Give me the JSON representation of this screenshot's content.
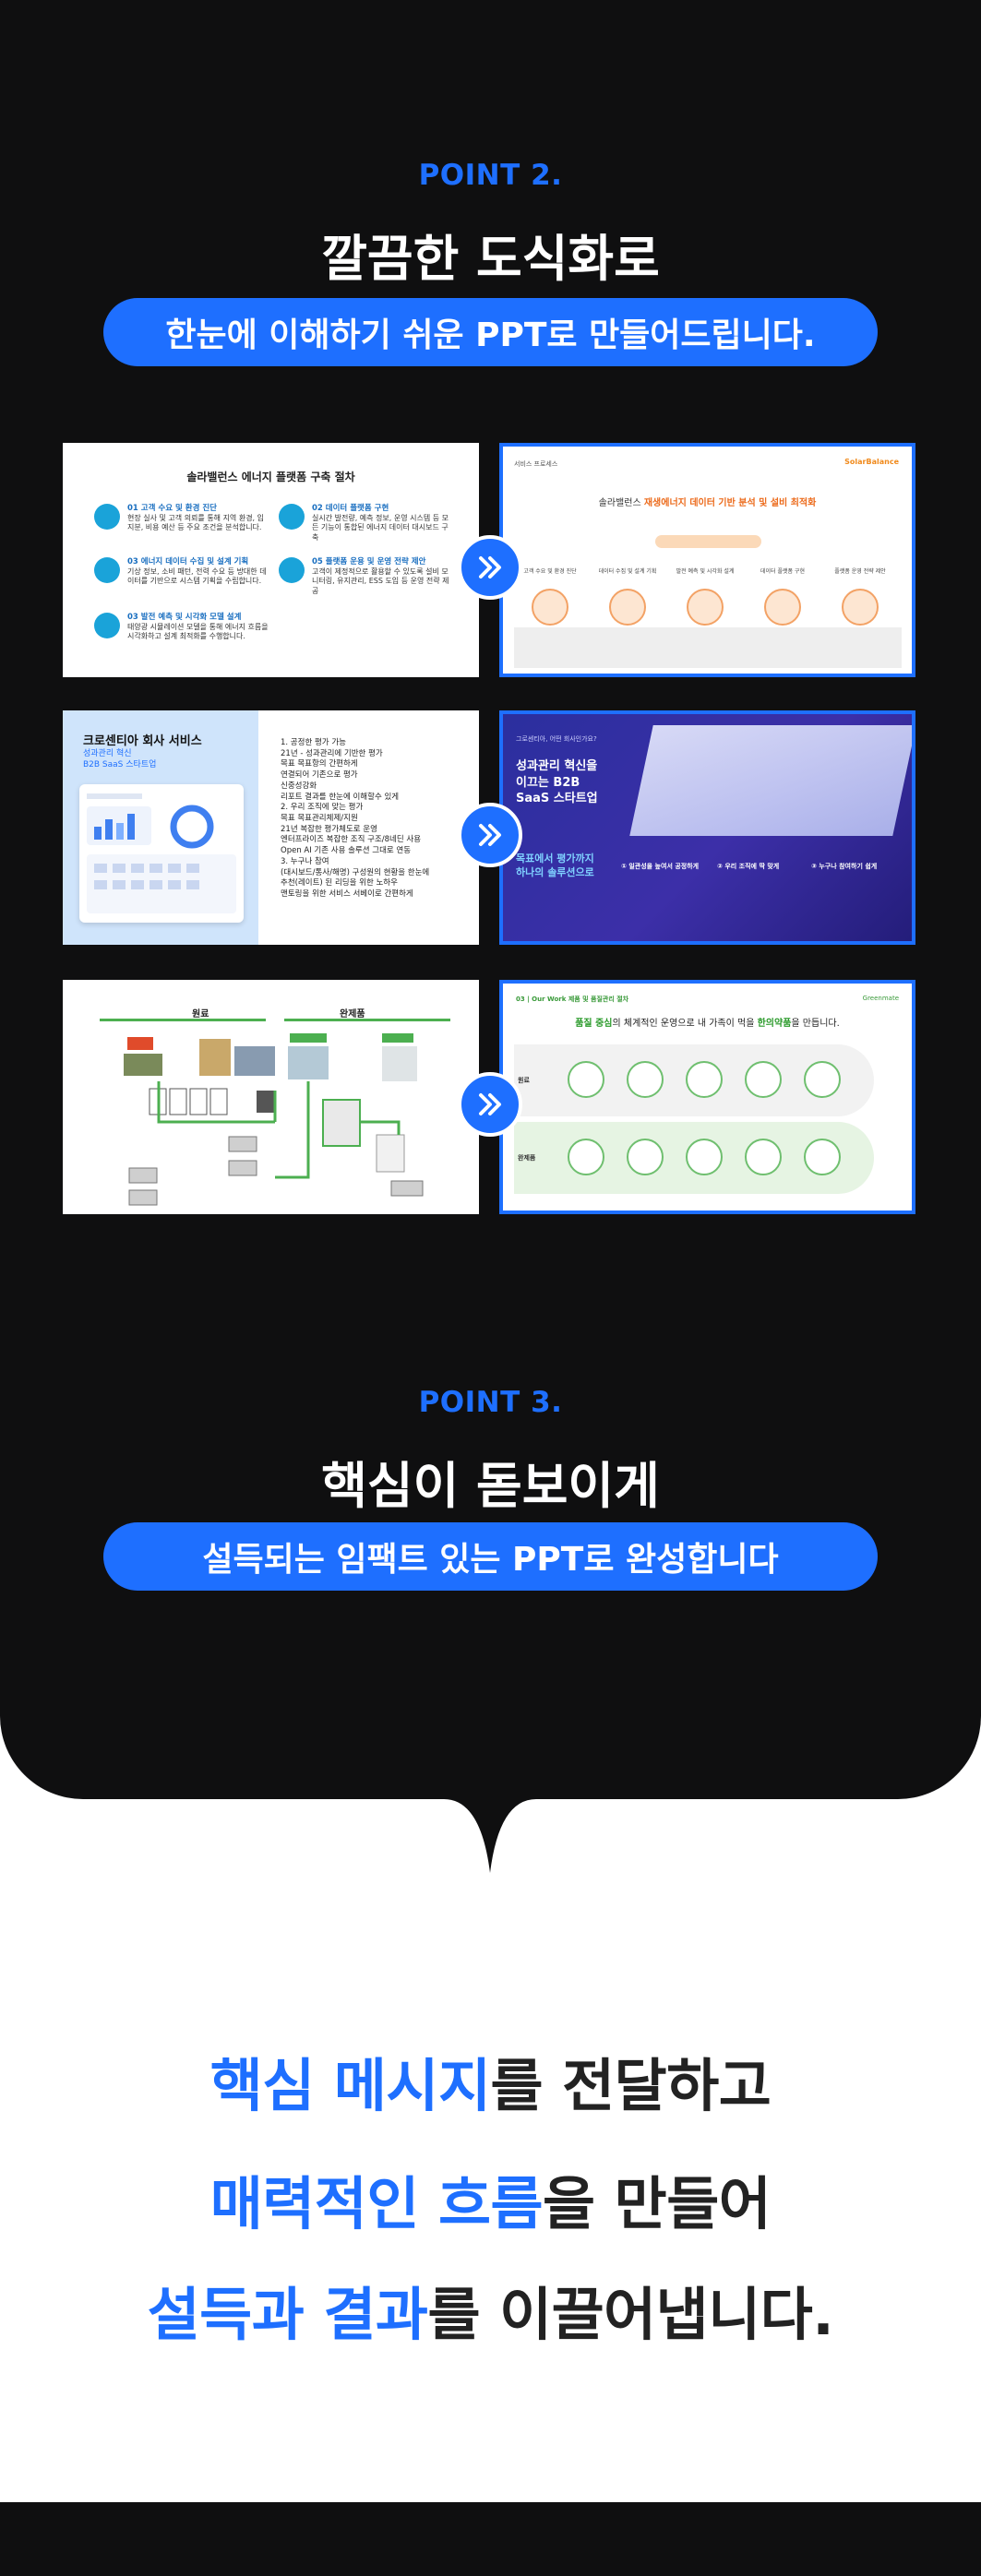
{
  "point2": {
    "label": "POINT 2.",
    "headline": "깔끔한 도식화로",
    "pill": "한눈에 이해하기 쉬운 PPT로 만들어드립니다."
  },
  "point3": {
    "label": "POINT 3.",
    "headline": "핵심이 돋보이게",
    "pill": "설득되는 임팩트 있는 PPT로 완성합니다"
  },
  "slide1_left": {
    "title": "솔라밸런스 에너지 플랫폼 구축 절차",
    "steps": [
      {
        "title": "01 고객 수요 및 환경 진단",
        "body": "현장 실사 및 고객 의뢰를 통해 지역 환경, 입지분, 비용 예산 등 주요 조건을 분석합니다."
      },
      {
        "title": "02 데이터 플랫폼 구현",
        "body": "실시간 발전량, 예측 정보, 운영 시스템 등 모든 기능이 통합된 에너지 데이터 대시보드 구축"
      },
      {
        "title": "03 에너지 데이터 수집 및 설계 기획",
        "body": "기상 정보, 소비 패턴, 전력 수요 등 방대한 데이터를 기반으로 시스템 기획을 수립합니다."
      },
      {
        "title": "05 플랫폼 운용 및 운영 전략 제안",
        "body": "고객이 제정적으로 활용할 수 있도록 설비 모니터링, 유지관리, ESS 도입 등 운영 전략 제공"
      },
      {
        "title": "03 발전 예측 및 시각화 모델 설계",
        "body": "태양광 시뮬레이션 모델을 통해 에너지 흐름을 시각화하고 설계 최적화를 수행합니다."
      }
    ]
  },
  "slide1_right": {
    "brand": "서비스 프로세스",
    "logo": "SolarBalance",
    "title_plain": "솔라밸런스",
    "title_highlight": "재생에너지 데이터 기반 분석 및 설비 최적화",
    "columns": [
      "고객 수요 및 환경 진단",
      "데이터 수집 및 설계 기획",
      "발전 예측 및 시각화 설계",
      "데이터 플랫폼 구현",
      "플랫폼 운영 전략 제안"
    ]
  },
  "slide2_left": {
    "title": "크로센티아 회사 서비스",
    "subtitle_1": "성과관리 혁신",
    "subtitle_2": "B2B SaaS 스타트업",
    "items": [
      "1. 공정한 평가 가능",
      "21년 - 성과관리에 기반한 평가",
      "목표 목표항의 간편하게",
      "연결되어 기존으로 평가",
      "신중성강화",
      "리포트 결과를 한눈에 이해할수 있게",
      "2. 우리 조직에 맞는 평가",
      "목표 목표관리체제/지원",
      "21년 복잡한 평가체도로 운영",
      "엔터프라이즈 복잡한 조직 구조/8네딘 사용",
      "Open AI 기존 사용 솔루션 그대로 연동",
      "3. 누구나 참여",
      "(대시보드/통사/해명) 구성원의 현황을 한눈에",
      "추천(레이트) 된 리딩을 위한 노하우",
      "맨토링을 위한 서비스 서베이로 간편하게"
    ]
  },
  "slide2_right": {
    "top": "그로센티아, 어떤 회사인가요?",
    "head_line1": "성과관리 혁신을",
    "head_line2": "이끄는 B2B",
    "head_line3": "SaaS 스타트업",
    "foot_line1": "목표에서 평가까지",
    "foot_line2": "하나의 솔루션으로",
    "columns": [
      "① 일관성을 높여서 공정하게",
      "② 우리 조직에 딱 맞게",
      "③ 누구나 참여하기 쉽게"
    ]
  },
  "slide3_left": {
    "left_header": "원료",
    "right_header": "완제품"
  },
  "slide3_right": {
    "top": "03 | Our Work 제품 및 품질관리 절차",
    "logo": "Greenmate",
    "title_a": "품질 중심",
    "title_b": "의 체계적인 운영으로 내 가족이 먹을",
    "title_c": "한의약품",
    "title_d": "을 만듭니다.",
    "row1_label": "원료",
    "row2_label": "완제품"
  },
  "closing": {
    "line1_hl": "핵심 메시지",
    "line1_rest": "를 전달하고",
    "line2_hl": "매력적인 흐름",
    "line2_rest": "을 만들어",
    "line3_hl": "설득과 결과",
    "line3_rest": "를 이끌어냅니다."
  },
  "colors": {
    "accent": "#1e6fff",
    "dark": "#0f0f10",
    "text": "#222222"
  },
  "icons": [
    "double-chevron-right-icon"
  ]
}
